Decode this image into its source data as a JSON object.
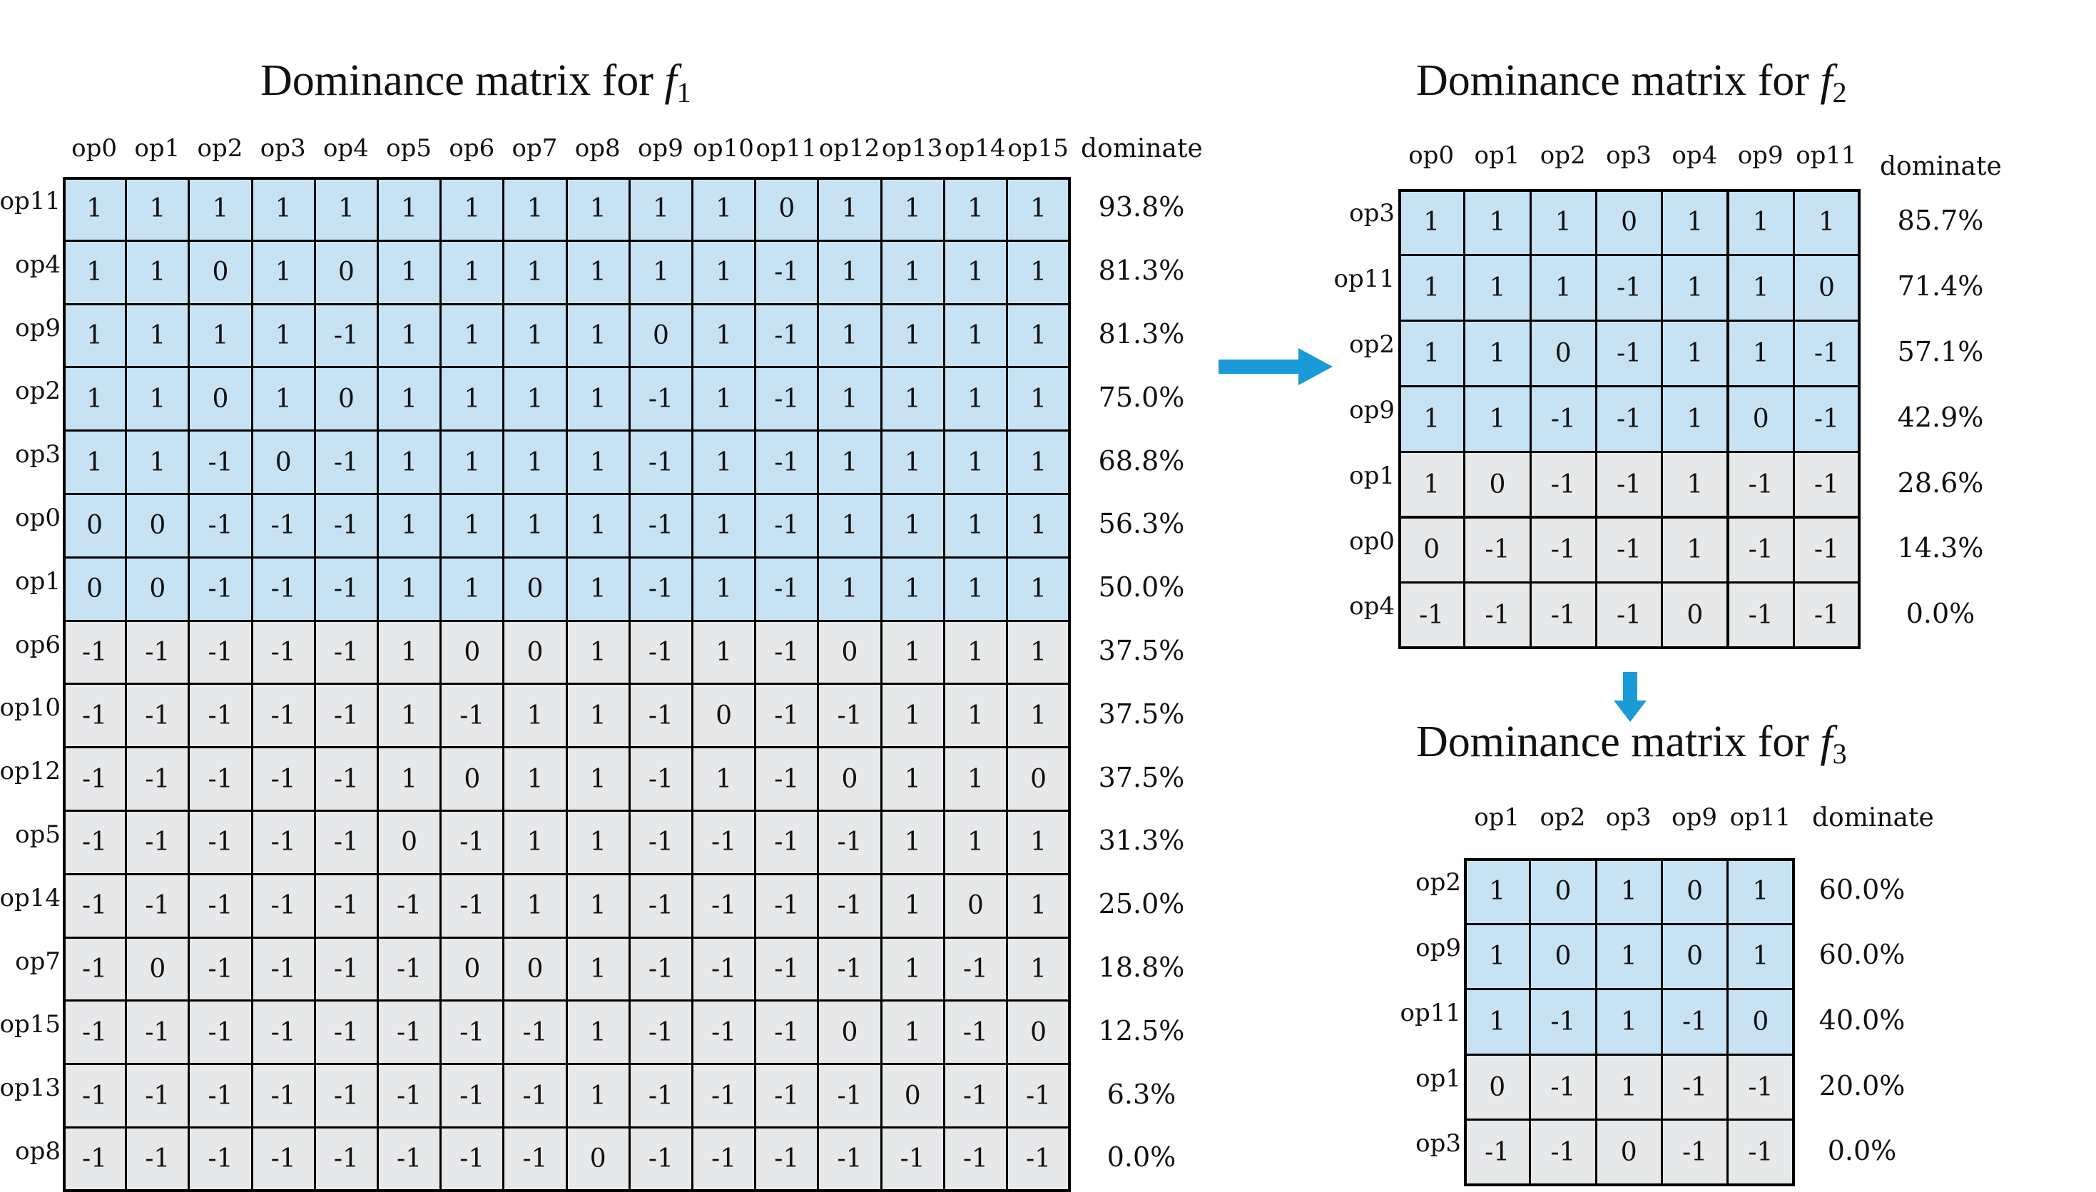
{
  "matrices": [
    {
      "id": "f1",
      "title": "Dominance matrix for",
      "func_letter": "f",
      "func_sub": "1",
      "dominate_label": "dominate",
      "highlight_rows": 7,
      "columns": [
        "op0",
        "op1",
        "op2",
        "op3",
        "op4",
        "op5",
        "op6",
        "op7",
        "op8",
        "op9",
        "op10",
        "op11",
        "op12",
        "op13",
        "op14",
        "op15"
      ],
      "rows": [
        {
          "label": "op11",
          "pct": "93.8%",
          "values": [
            "1",
            "1",
            "1",
            "1",
            "1",
            "1",
            "1",
            "1",
            "1",
            "1",
            "1",
            "0",
            "1",
            "1",
            "1",
            "1"
          ]
        },
        {
          "label": "op4",
          "pct": "81.3%",
          "values": [
            "1",
            "1",
            "0",
            "1",
            "0",
            "1",
            "1",
            "1",
            "1",
            "1",
            "1",
            "-1",
            "1",
            "1",
            "1",
            "1"
          ]
        },
        {
          "label": "op9",
          "pct": "81.3%",
          "values": [
            "1",
            "1",
            "1",
            "1",
            "-1",
            "1",
            "1",
            "1",
            "1",
            "0",
            "1",
            "-1",
            "1",
            "1",
            "1",
            "1"
          ]
        },
        {
          "label": "op2",
          "pct": "75.0%",
          "values": [
            "1",
            "1",
            "0",
            "1",
            "0",
            "1",
            "1",
            "1",
            "1",
            "-1",
            "1",
            "-1",
            "1",
            "1",
            "1",
            "1"
          ]
        },
        {
          "label": "op3",
          "pct": "68.8%",
          "values": [
            "1",
            "1",
            "-1",
            "0",
            "-1",
            "1",
            "1",
            "1",
            "1",
            "-1",
            "1",
            "-1",
            "1",
            "1",
            "1",
            "1"
          ]
        },
        {
          "label": "op0",
          "pct": "56.3%",
          "values": [
            "0",
            "0",
            "-1",
            "-1",
            "-1",
            "1",
            "1",
            "1",
            "1",
            "-1",
            "1",
            "-1",
            "1",
            "1",
            "1",
            "1"
          ]
        },
        {
          "label": "op1",
          "pct": "50.0%",
          "values": [
            "0",
            "0",
            "-1",
            "-1",
            "-1",
            "1",
            "1",
            "0",
            "1",
            "-1",
            "1",
            "-1",
            "1",
            "1",
            "1",
            "1"
          ]
        },
        {
          "label": "op6",
          "pct": "37.5%",
          "values": [
            "-1",
            "-1",
            "-1",
            "-1",
            "-1",
            "1",
            "0",
            "0",
            "1",
            "-1",
            "1",
            "-1",
            "0",
            "1",
            "1",
            "1"
          ]
        },
        {
          "label": "op10",
          "pct": "37.5%",
          "values": [
            "-1",
            "-1",
            "-1",
            "-1",
            "-1",
            "1",
            "-1",
            "1",
            "1",
            "-1",
            "0",
            "-1",
            "-1",
            "1",
            "1",
            "1"
          ]
        },
        {
          "label": "op12",
          "pct": "37.5%",
          "values": [
            "-1",
            "-1",
            "-1",
            "-1",
            "-1",
            "1",
            "0",
            "1",
            "1",
            "-1",
            "1",
            "-1",
            "0",
            "1",
            "1",
            "0"
          ]
        },
        {
          "label": "op5",
          "pct": "31.3%",
          "values": [
            "-1",
            "-1",
            "-1",
            "-1",
            "-1",
            "0",
            "-1",
            "1",
            "1",
            "-1",
            "-1",
            "-1",
            "-1",
            "1",
            "1",
            "1"
          ]
        },
        {
          "label": "op14",
          "pct": "25.0%",
          "values": [
            "-1",
            "-1",
            "-1",
            "-1",
            "-1",
            "-1",
            "-1",
            "1",
            "1",
            "-1",
            "-1",
            "-1",
            "-1",
            "1",
            "0",
            "1"
          ]
        },
        {
          "label": "op7",
          "pct": "18.8%",
          "values": [
            "-1",
            "0",
            "-1",
            "-1",
            "-1",
            "-1",
            "0",
            "0",
            "1",
            "-1",
            "-1",
            "-1",
            "-1",
            "1",
            "-1",
            "1"
          ]
        },
        {
          "label": "op15",
          "pct": "12.5%",
          "values": [
            "-1",
            "-1",
            "-1",
            "-1",
            "-1",
            "-1",
            "-1",
            "-1",
            "1",
            "-1",
            "-1",
            "-1",
            "0",
            "1",
            "-1",
            "0"
          ]
        },
        {
          "label": "op13",
          "pct": "6.3%",
          "values": [
            "-1",
            "-1",
            "-1",
            "-1",
            "-1",
            "-1",
            "-1",
            "-1",
            "1",
            "-1",
            "-1",
            "-1",
            "-1",
            "0",
            "-1",
            "-1"
          ]
        },
        {
          "label": "op8",
          "pct": "0.0%",
          "values": [
            "-1",
            "-1",
            "-1",
            "-1",
            "-1",
            "-1",
            "-1",
            "-1",
            "0",
            "-1",
            "-1",
            "-1",
            "-1",
            "-1",
            "-1",
            "-1"
          ]
        }
      ]
    },
    {
      "id": "f2",
      "title": "Dominance matrix for",
      "func_letter": "f",
      "func_sub": "2",
      "dominate_label": "dominate",
      "highlight_rows": 4,
      "columns": [
        "op0",
        "op1",
        "op2",
        "op3",
        "op4",
        "op9",
        "op11"
      ],
      "rows": [
        {
          "label": "op3",
          "pct": "85.7%",
          "values": [
            "1",
            "1",
            "1",
            "0",
            "1",
            "1",
            "1"
          ]
        },
        {
          "label": "op11",
          "pct": "71.4%",
          "values": [
            "1",
            "1",
            "1",
            "-1",
            "1",
            "1",
            "0"
          ]
        },
        {
          "label": "op2",
          "pct": "57.1%",
          "values": [
            "1",
            "1",
            "0",
            "-1",
            "1",
            "1",
            "-1"
          ]
        },
        {
          "label": "op9",
          "pct": "42.9%",
          "values": [
            "1",
            "1",
            "-1",
            "-1",
            "1",
            "0",
            "-1"
          ]
        },
        {
          "label": "op1",
          "pct": "28.6%",
          "values": [
            "1",
            "0",
            "-1",
            "-1",
            "1",
            "-1",
            "-1"
          ]
        },
        {
          "label": "op0",
          "pct": "14.3%",
          "values": [
            "0",
            "-1",
            "-1",
            "-1",
            "1",
            "-1",
            "-1"
          ]
        },
        {
          "label": "op4",
          "pct": "0.0%",
          "values": [
            "-1",
            "-1",
            "-1",
            "-1",
            "0",
            "-1",
            "-1"
          ]
        }
      ]
    },
    {
      "id": "f3",
      "title": "Dominance matrix for",
      "func_letter": "f",
      "func_sub": "3",
      "dominate_label": "dominate",
      "highlight_rows": 3,
      "columns": [
        "op1",
        "op2",
        "op3",
        "op9",
        "op11"
      ],
      "rows": [
        {
          "label": "op2",
          "pct": "60.0%",
          "values": [
            "1",
            "0",
            "1",
            "0",
            "1"
          ]
        },
        {
          "label": "op9",
          "pct": "60.0%",
          "values": [
            "1",
            "0",
            "1",
            "0",
            "1"
          ]
        },
        {
          "label": "op11",
          "pct": "40.0%",
          "values": [
            "1",
            "-1",
            "1",
            "-1",
            "0"
          ]
        },
        {
          "label": "op1",
          "pct": "20.0%",
          "values": [
            "0",
            "-1",
            "1",
            "-1",
            "-1"
          ]
        },
        {
          "label": "op3",
          "pct": "0.0%",
          "values": [
            "-1",
            "-1",
            "0",
            "-1",
            "-1"
          ]
        }
      ]
    }
  ],
  "colors": {
    "highlight": "#c7e3f3",
    "normal": "#e7e8ea",
    "arrow": "#1a9bd7"
  },
  "arrows": [
    {
      "name": "arrow-right-icon",
      "direction": "right"
    },
    {
      "name": "arrow-down-icon",
      "direction": "down"
    }
  ]
}
